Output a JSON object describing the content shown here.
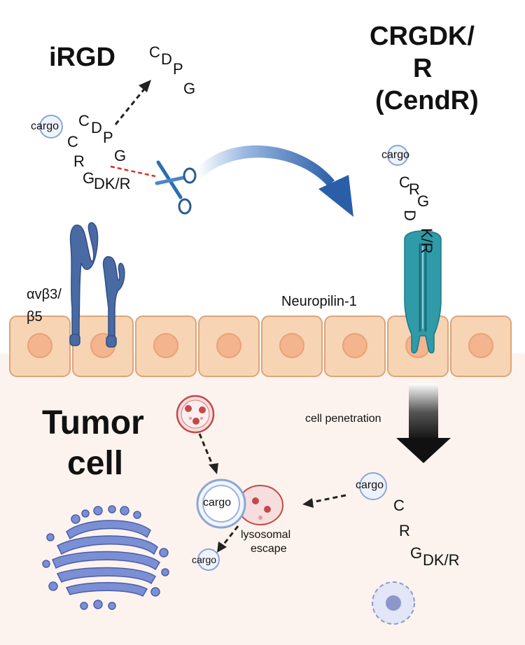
{
  "labels": {
    "irgd": "iRGD",
    "crgdk_line1": "CRGDK/",
    "crgdk_line2": "R",
    "crgdk_line3": "(CendR)",
    "integrin_line1": "αvβ3/",
    "integrin_line2": "β5",
    "neuropilin": "Neuropilin-1",
    "tumor_line1": "Tumor",
    "tumor_line2": "cell",
    "cell_penetration": "cell penetration",
    "lysosomal_line1": "lysosomal",
    "lysosomal_line2": "escape"
  },
  "cargo": "cargo",
  "sequence": {
    "fragment": [
      "C",
      "D",
      "P",
      "G"
    ],
    "irgd": [
      "C",
      "D",
      "P",
      "G",
      "C",
      "R",
      "G",
      "DK/R"
    ],
    "cendr_bound": [
      "C",
      "R",
      "G",
      "D",
      "K/R"
    ],
    "cendr_inside": [
      "C",
      "R",
      "G",
      "DK/R"
    ]
  },
  "colors": {
    "membrane_fill": "#f7d4b4",
    "membrane_stroke": "#dca57a",
    "nucleus": "#f3b48e",
    "tumor_bg": "#fdf3ee",
    "integrin": "#4a6aa3",
    "neuropilin": "#2f9aa8",
    "arrow_blue": "#2a5ea8",
    "cleavage_line": "#d32f2f",
    "lysosome": "#c24a4a",
    "vesicle": "#8aa6d6",
    "golgi": "#6a7fc8"
  },
  "icons": [
    "scissors-icon",
    "integrin-receptor-icon",
    "neuropilin-receptor-icon",
    "lysosome-icon",
    "golgi-apparatus-icon",
    "nucleus-icon"
  ]
}
